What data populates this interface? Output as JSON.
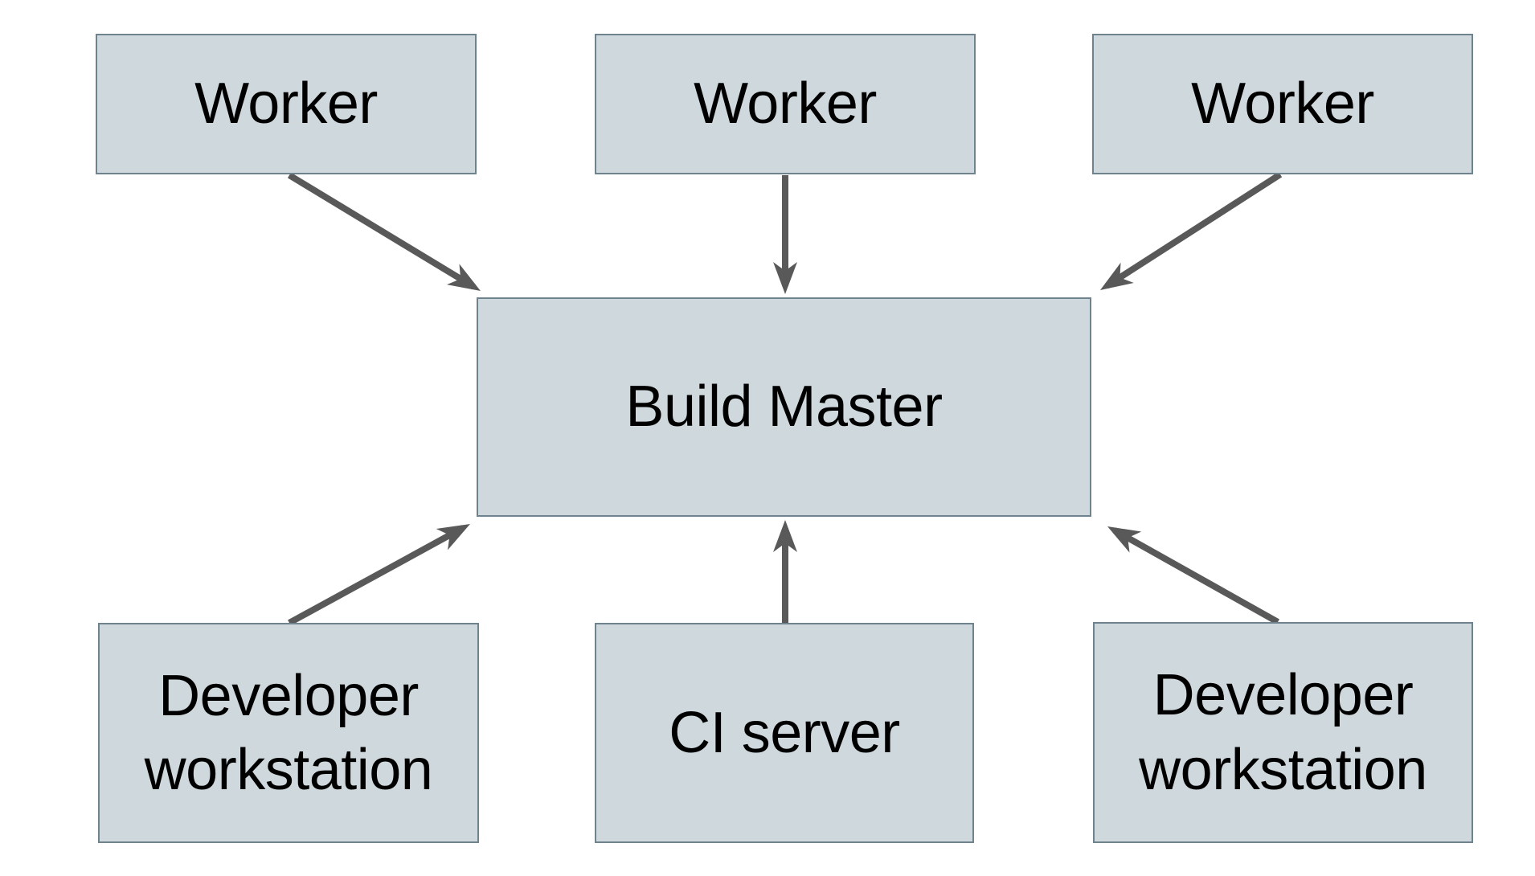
{
  "diagram": {
    "type": "flow-diagram",
    "nodes": [
      {
        "id": "worker-1",
        "label": "Worker"
      },
      {
        "id": "worker-2",
        "label": "Worker"
      },
      {
        "id": "worker-3",
        "label": "Worker"
      },
      {
        "id": "build-master",
        "label": "Build Master"
      },
      {
        "id": "developer-workstation-left",
        "label": "Developer workstation"
      },
      {
        "id": "ci-server",
        "label": "CI server"
      },
      {
        "id": "developer-workstation-right",
        "label": "Developer workstation"
      }
    ],
    "edges": [
      {
        "from": "worker-1",
        "to": "build-master",
        "direction": "down"
      },
      {
        "from": "worker-2",
        "to": "build-master",
        "direction": "down"
      },
      {
        "from": "worker-3",
        "to": "build-master",
        "direction": "down"
      },
      {
        "from": "developer-workstation-left",
        "to": "build-master",
        "direction": "up"
      },
      {
        "from": "ci-server",
        "to": "build-master",
        "direction": "up"
      },
      {
        "from": "developer-workstation-right",
        "to": "build-master",
        "direction": "up"
      }
    ],
    "colors": {
      "node_fill": "#cfd8dc",
      "node_border": "#6e838e",
      "arrow": "#595959",
      "text": "#000000",
      "background": "#ffffff"
    }
  }
}
